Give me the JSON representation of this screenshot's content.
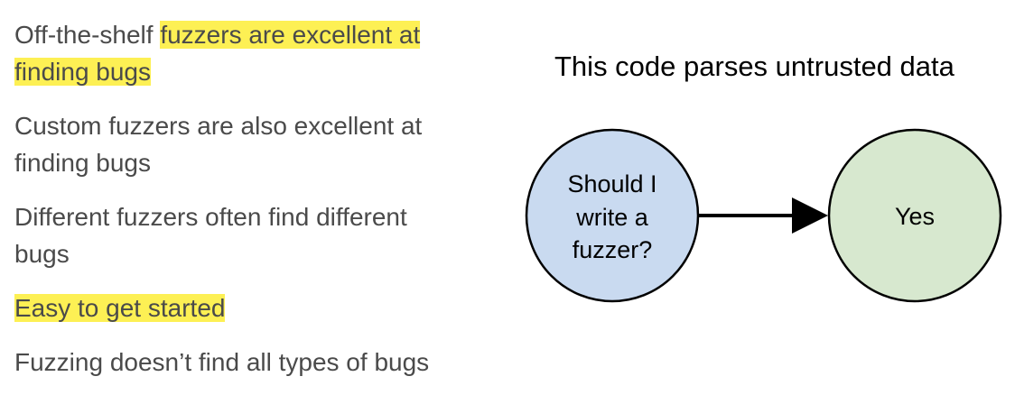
{
  "bullets": [
    {
      "parts": [
        {
          "text": "Off-the-shelf ",
          "highlight": false
        },
        {
          "text": "fuzzers are excellent at",
          "highlight": true
        }
      ],
      "line2": [
        {
          "text": "finding bugs",
          "highlight": true
        }
      ]
    },
    {
      "parts": [
        {
          "text": "Custom fuzzers are also excellent at",
          "highlight": false
        }
      ],
      "line2": [
        {
          "text": "finding bugs",
          "highlight": false
        }
      ]
    },
    {
      "parts": [
        {
          "text": "Different fuzzers often find different",
          "highlight": false
        }
      ],
      "line2": [
        {
          "text": "bugs",
          "highlight": false
        }
      ]
    },
    {
      "parts": [
        {
          "text": "Easy to get started",
          "highlight": true
        }
      ],
      "line2": []
    },
    {
      "parts": [
        {
          "text": "Fuzzing doesn’t find all types of bugs",
          "highlight": false
        }
      ],
      "line2": []
    }
  ],
  "diagram": {
    "title": "This code parses untrusted data",
    "question_node": {
      "lines": [
        "Should I",
        "write a",
        "fuzzer?"
      ],
      "fill": "#c9daf0"
    },
    "answer_node": {
      "label": "Yes",
      "fill": "#d7e8cf"
    }
  },
  "colors": {
    "highlight": "#fdf054",
    "text": "#4a4a4a"
  }
}
